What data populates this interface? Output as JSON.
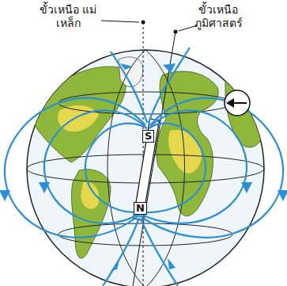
{
  "diagram": {
    "labels": [
      "ขั้วเหนือ แม่เหล็ก",
      "ขั้วเหนือ ภูมิศาสตร์",
      "S",
      "N"
    ]
  }
}
